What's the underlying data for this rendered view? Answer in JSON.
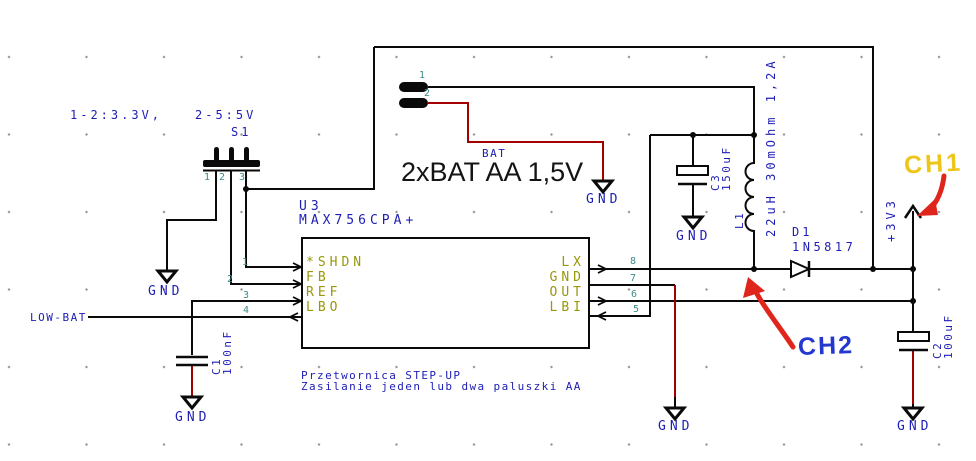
{
  "colors": {
    "wire_black": "#0a0a0a",
    "wire_red": "#a40000",
    "text_blue": "#1e1eb4",
    "pin_name_olive": "#98980a",
    "pin_number_teal": "#3d8b8b",
    "marker_red": "#e0261c",
    "ch1_yellow": "#eec51a",
    "ch2_blue": "#2438cf"
  },
  "schematic": {
    "jumper_notes": [
      "1-2:3.3V,",
      "2-5:5V"
    ],
    "switch": {
      "ref": "S1",
      "pins": [
        "1",
        "2",
        "3"
      ]
    },
    "battery": {
      "connector_pins": [
        "1",
        "2"
      ],
      "net": "BAT",
      "title": "2xBAT AA 1,5V"
    },
    "ic": {
      "ref": "U3",
      "part": "MAX756CPA+",
      "left_pins": [
        {
          "num": "1",
          "name": "*SHDN"
        },
        {
          "num": "2",
          "name": "FB"
        },
        {
          "num": "3",
          "name": "REF"
        },
        {
          "num": "4",
          "name": "LBO"
        }
      ],
      "right_pins": [
        {
          "num": "8",
          "name": "LX"
        },
        {
          "num": "7",
          "name": "GND"
        },
        {
          "num": "6",
          "name": "OUT"
        },
        {
          "num": "5",
          "name": "LBI"
        }
      ]
    },
    "nets": {
      "low_bat": "LOW-BAT",
      "power": "+3V3",
      "gnd": "GND"
    },
    "components": {
      "c1": {
        "ref": "C1",
        "value": "100nF"
      },
      "c2": {
        "ref": "C2",
        "value": "100uF"
      },
      "c3": {
        "ref": "C3",
        "value": "150uF"
      },
      "l1": {
        "ref": "L1",
        "value": "22uH 30mOhm 1,2A"
      },
      "d1": {
        "ref": "D1",
        "value": "1N5817"
      }
    },
    "notes": [
      "Przetwornica STEP-UP",
      "Zasilanie jeden lub dwa paluszki AA"
    ],
    "probes": {
      "ch1": "CH1",
      "ch2": "CH2"
    }
  }
}
